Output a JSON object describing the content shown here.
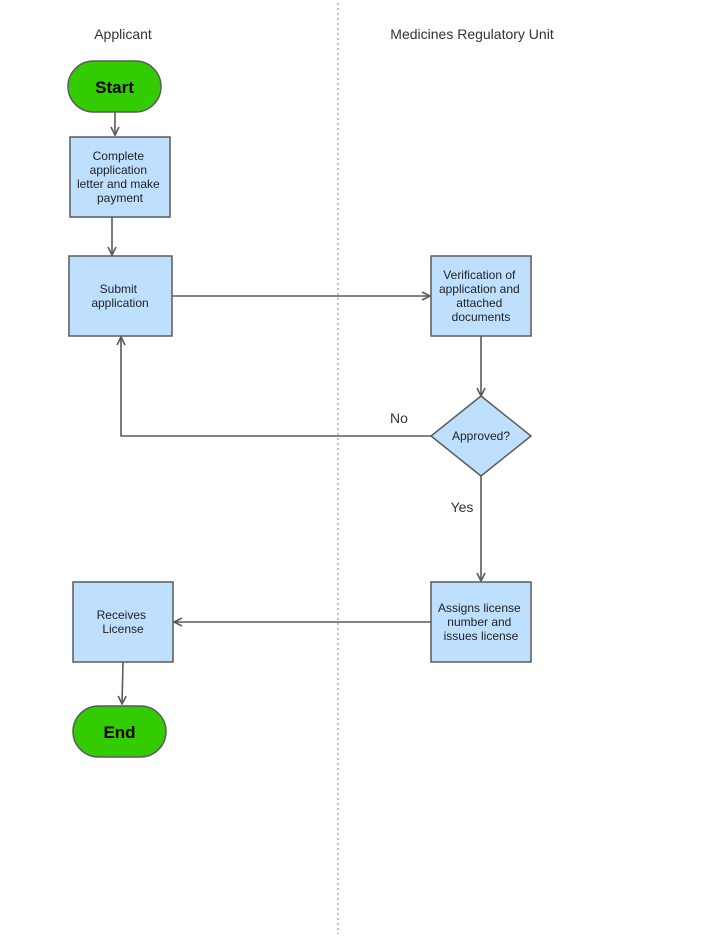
{
  "lanes": {
    "applicant": "Applicant",
    "regulator": "Medicines Regulatory Unit"
  },
  "nodes": {
    "start": "Start",
    "complete": [
      "Complete",
      "application",
      "letter and make",
      "payment"
    ],
    "submit": [
      "Submit",
      "application"
    ],
    "verify": [
      "Verification of",
      "application and",
      "attached",
      "documents"
    ],
    "approved": "Approved?",
    "assign": [
      "Assigns license",
      "number and",
      "issues license"
    ],
    "receive": [
      "Receives",
      "License"
    ],
    "end": "End"
  },
  "edges": {
    "no": "No",
    "yes": "Yes"
  },
  "colors": {
    "process_fill": "#bfdfff",
    "terminal_fill": "#33cc00",
    "stroke": "#5a5a5a"
  }
}
